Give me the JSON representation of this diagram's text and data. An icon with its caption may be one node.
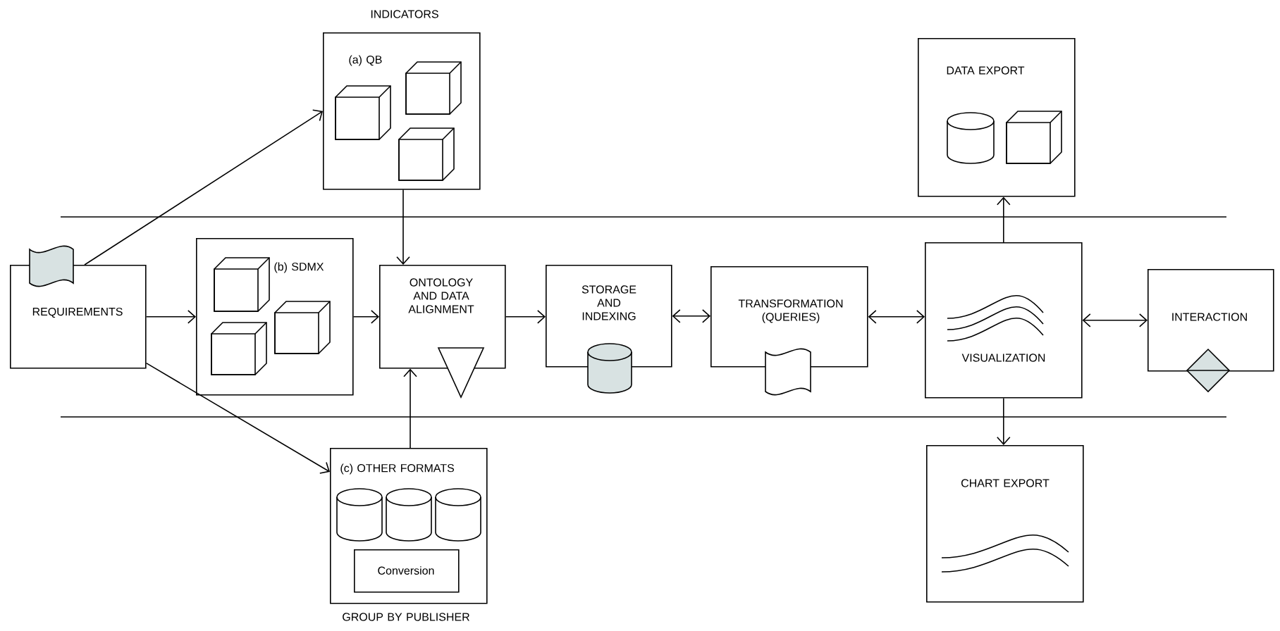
{
  "diagram": {
    "nodes": [
      {
        "text": [
          "REQUIREMENTS"
        ]
      },
      {
        "text": [
          "INDICATORS",
          "(a) QB"
        ]
      },
      {
        "text": [
          "(b) SDMX"
        ]
      },
      {
        "text": [
          "ONTOLOGY AND DATA ALIGNMENT"
        ]
      },
      {
        "text": [
          "STORAGE AND INDEXING"
        ]
      },
      {
        "text": [
          "TRANSFORMATION (QUERIES)"
        ]
      },
      {
        "text": [
          "VISUALIZATION"
        ]
      },
      {
        "text": [
          "INTERACTION"
        ]
      },
      {
        "text": [
          "DATA EXPORT"
        ]
      },
      {
        "text": [
          "CHART EXPORT"
        ]
      },
      {
        "text": [
          "(c) OTHER FORMATS"
        ],
        "beside": [
          "GROUP BY PUBLISHER"
        ]
      },
      {
        "text": [
          "Conversion"
        ],
        "in": 10
      }
    ],
    "edges": [
      {
        "from": 0,
        "to": 1,
        "arrow": "to"
      },
      {
        "from": 0,
        "to": 2,
        "arrow": "to"
      },
      {
        "from": 0,
        "to": 10,
        "arrow": "to"
      },
      {
        "from": 1,
        "to": 3,
        "arrow": "to"
      },
      {
        "from": 2,
        "to": 3,
        "arrow": "to"
      },
      {
        "from": 10,
        "to": 3,
        "arrow": "to"
      },
      {
        "from": 3,
        "to": 4,
        "arrow": "to"
      },
      {
        "from": 4,
        "to": 5,
        "arrow": "both"
      },
      {
        "from": 5,
        "to": 6,
        "arrow": "both"
      },
      {
        "from": 6,
        "to": 7,
        "arrow": "both"
      },
      {
        "from": 6,
        "to": 8,
        "arrow": "to"
      },
      {
        "from": 6,
        "to": 9,
        "arrow": "to"
      }
    ]
  }
}
